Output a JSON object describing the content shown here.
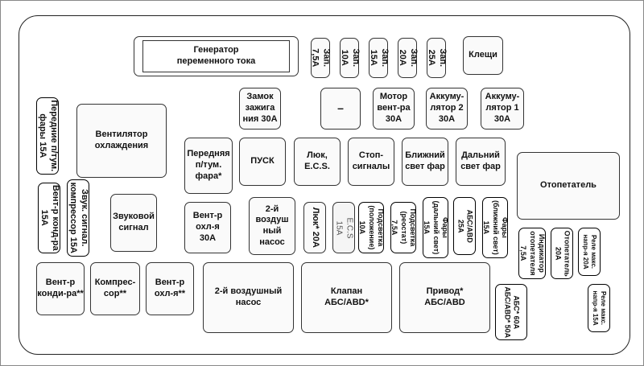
{
  "boxes": {
    "generator": "Генератор\nпеременного тока",
    "fuse_a": "Зап.\n7,5А",
    "fuse_b": "Зап.\n10А",
    "fuse_c": "Зап.\n15А",
    "fuse_d": "Зап.\n20А",
    "fuse_e": "Зап.\n25А",
    "terminals": "Клещи",
    "ignition_lock": "Замок\nзажига\nния 30А",
    "dash": "–",
    "washer_motor": "Мотор\nвент-ра\n30А",
    "battery2": "Аккуму-\nлятор 2\n30А",
    "battery1": "Аккуму-\nлятор 1\n30А",
    "front_fog_fuse": "Передние п/тум.\nфары 15А",
    "cooling_fan": "Вентилятор\nохлаждения",
    "front_fog_lamp": "Передняя\nп/тум.\nфара*",
    "start": "ПУСК",
    "hatch_ecs": "Люк,\nE.C.S.",
    "stop_signals": "Стоп-\nсигналы",
    "low_beam": "Ближний\nсвет фар",
    "high_beam": "Дальний\nсвет фар",
    "heater": "Отопетатель",
    "ac_fan_fuse": "Вент-р конд-ра\n15А",
    "horn_ac_fuse": "Звук. сигнал.\nкомпрессор 15А",
    "horn": "Звуковой\nсигнал",
    "radiator_fan": "Вент-р\nохл-я\n30А",
    "secondary_air": "2-й\nвоздуш\nный\nнасос",
    "hatch_20a": "Люк* 20А",
    "ecs_15a": "E.C.S\n15А",
    "light_position": "Подсветка\n(положение)\n10А",
    "light_rheostat": "Подсветка\n(реостат)\n7,5А",
    "high_beam_15a": "Фары\n(дальний свет)\n15А",
    "abs_25a": "АБС/ABD\n25А",
    "low_beam_15a": "Фары\n(ближний свет)\n15А",
    "heater_indicator": "Индикатор\nотопетателя\n7,5А",
    "heater_20a": "Отопетатель\n20А",
    "relay_20a": "Реле макс.\nнапр-я 20А",
    "relay_15a": "Реле макс.\nнапр-я 15А",
    "ac_fan": "Вент-р\nконди-ра**",
    "compressor": "Компрес-\nсор**",
    "radiator_fan2": "Вент-р\nохл-я**",
    "secondary_air_pump": "2-й воздушный\nнасос",
    "abs_valve": "Клапан\nАБС/ABD*",
    "abs_drive": "Привод*\nАБС/ABD",
    "abs_fuses": "АБС* 60А\nАБС/ABD* 50А"
  }
}
